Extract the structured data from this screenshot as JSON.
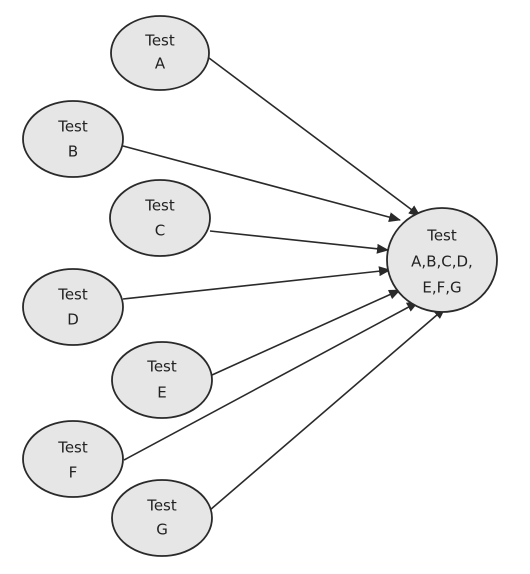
{
  "diagram": {
    "nodes": {
      "a": {
        "line1": "Test",
        "line2": "A"
      },
      "b": {
        "line1": "Test",
        "line2": "B"
      },
      "c": {
        "line1": "Test",
        "line2": "C"
      },
      "d": {
        "line1": "Test",
        "line2": "D"
      },
      "e": {
        "line1": "Test",
        "line2": "E"
      },
      "f": {
        "line1": "Test",
        "line2": "F"
      },
      "g": {
        "line1": "Test",
        "line2": "G"
      },
      "combined": {
        "line1": "Test",
        "line2": "A,B,C,D,",
        "line3": "E,F,G"
      }
    },
    "edges": [
      {
        "from": "a",
        "to": "combined"
      },
      {
        "from": "b",
        "to": "combined"
      },
      {
        "from": "c",
        "to": "combined"
      },
      {
        "from": "d",
        "to": "combined"
      },
      {
        "from": "e",
        "to": "combined"
      },
      {
        "from": "f",
        "to": "combined"
      },
      {
        "from": "g",
        "to": "combined"
      }
    ],
    "colors": {
      "node_fill": "#e6e6e6",
      "stroke": "#2a2a2a",
      "text": "#222222"
    }
  }
}
